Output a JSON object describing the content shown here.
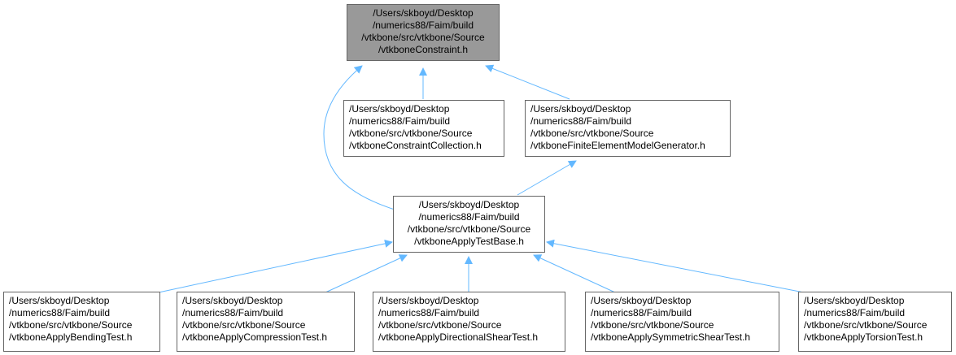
{
  "colors": {
    "edge": "#63b8ff",
    "node_border": "#666666",
    "root_fill": "#999999",
    "node_fill": "#ffffff"
  },
  "nodes": [
    {
      "id": "constraint",
      "lines": [
        "/Users/skboyd/Desktop",
        "/numerics88/Faim/build",
        "/vtkbone/src/vtkbone/Source",
        "/vtkboneConstraint.h"
      ]
    },
    {
      "id": "collection",
      "lines": [
        "/Users/skboyd/Desktop",
        "/numerics88/Faim/build",
        "/vtkbone/src/vtkbone/Source",
        "/vtkboneConstraintCollection.h"
      ]
    },
    {
      "id": "femgen",
      "lines": [
        "/Users/skboyd/Desktop",
        "/numerics88/Faim/build",
        "/vtkbone/src/vtkbone/Source",
        "/vtkboneFiniteElementModelGenerator.h"
      ]
    },
    {
      "id": "applybase",
      "lines": [
        "/Users/skboyd/Desktop",
        "/numerics88/Faim/build",
        "/vtkbone/src/vtkbone/Source",
        "/vtkboneApplyTestBase.h"
      ]
    },
    {
      "id": "bending",
      "lines": [
        "/Users/skboyd/Desktop",
        "/numerics88/Faim/build",
        "/vtkbone/src/vtkbone/Source",
        "/vtkboneApplyBendingTest.h"
      ]
    },
    {
      "id": "compression",
      "lines": [
        "/Users/skboyd/Desktop",
        "/numerics88/Faim/build",
        "/vtkbone/src/vtkbone/Source",
        "/vtkboneApplyCompressionTest.h"
      ]
    },
    {
      "id": "dirshear",
      "lines": [
        "/Users/skboyd/Desktop",
        "/numerics88/Faim/build",
        "/vtkbone/src/vtkbone/Source",
        "/vtkboneApplyDirectionalShearTest.h"
      ]
    },
    {
      "id": "symshear",
      "lines": [
        "/Users/skboyd/Desktop",
        "/numerics88/Faim/build",
        "/vtkbone/src/vtkbone/Source",
        "/vtkboneApplySymmetricShearTest.h"
      ]
    },
    {
      "id": "torsion",
      "lines": [
        "/Users/skboyd/Desktop",
        "/numerics88/Faim/build",
        "/vtkbone/src/vtkbone/Source",
        "/vtkboneApplyTorsionTest.h"
      ]
    }
  ],
  "edges": [
    {
      "from": "collection",
      "to": "constraint"
    },
    {
      "from": "femgen",
      "to": "constraint"
    },
    {
      "from": "applybase",
      "to": "constraint"
    },
    {
      "from": "applybase",
      "to": "femgen"
    },
    {
      "from": "bending",
      "to": "applybase"
    },
    {
      "from": "compression",
      "to": "applybase"
    },
    {
      "from": "dirshear",
      "to": "applybase"
    },
    {
      "from": "symshear",
      "to": "applybase"
    },
    {
      "from": "torsion",
      "to": "applybase"
    }
  ]
}
